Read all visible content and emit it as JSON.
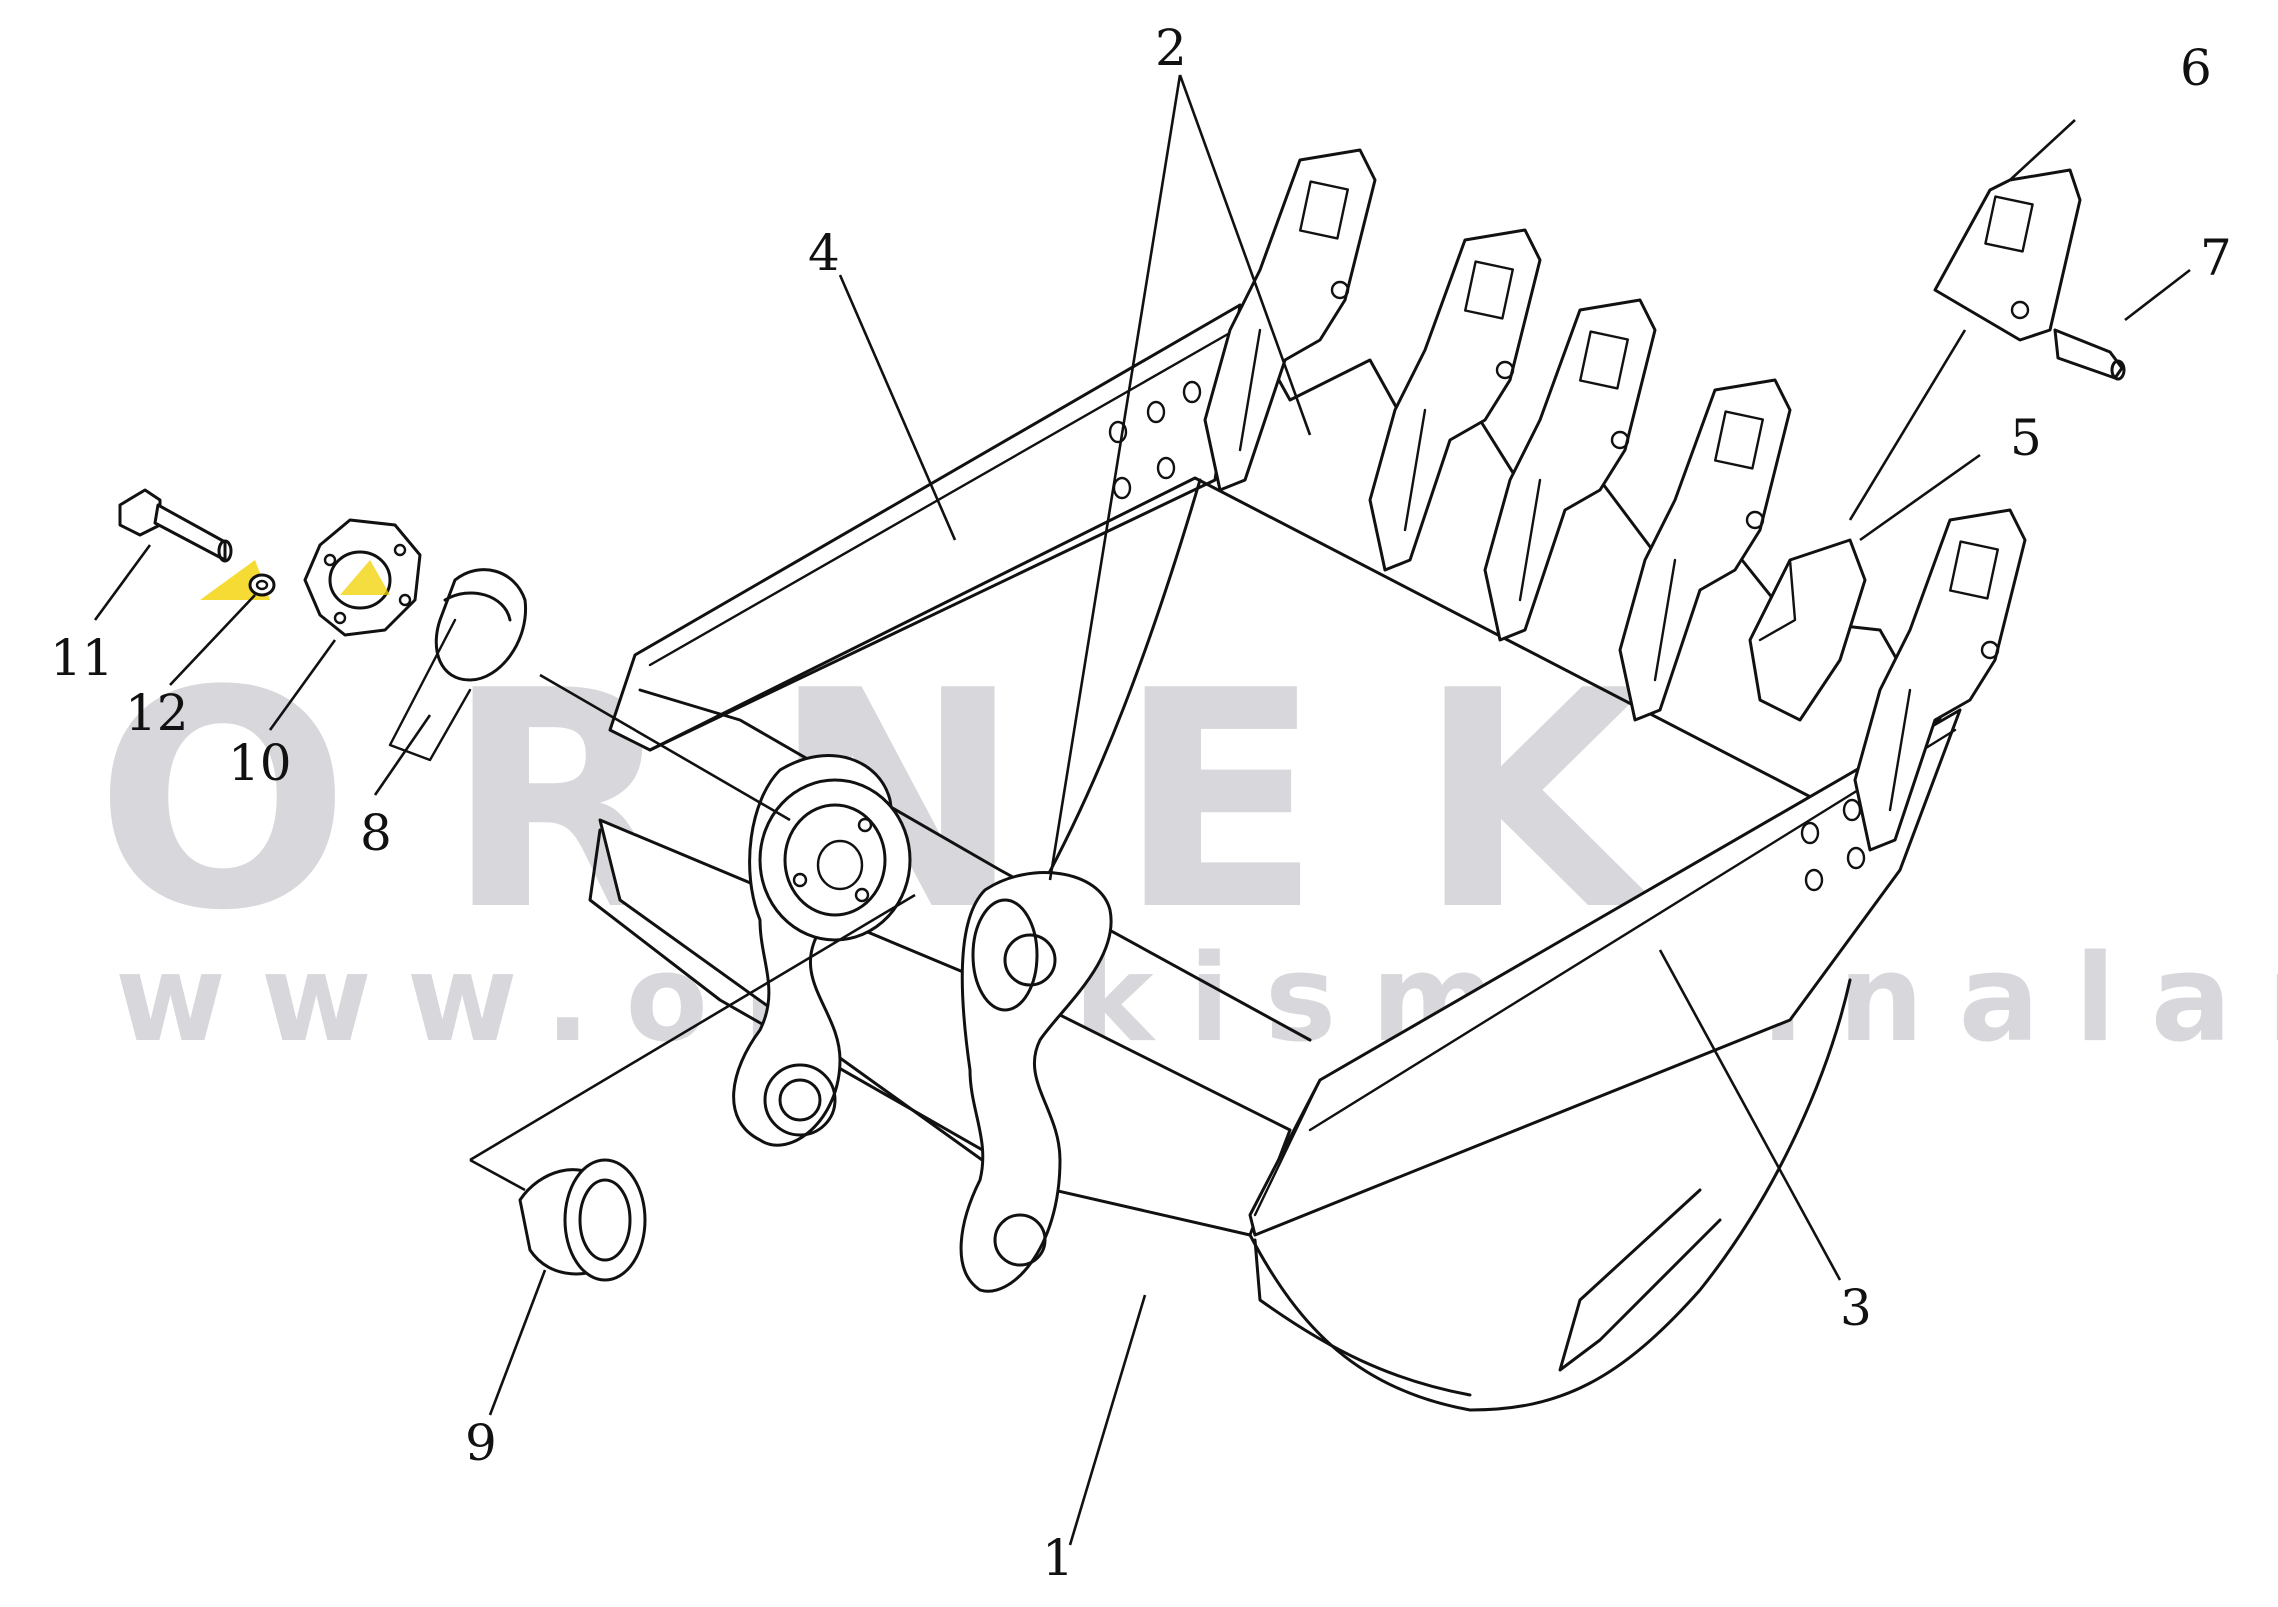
{
  "watermark": {
    "brand": "ORNEK",
    "url": "www.ornekismakinalari.com.tr",
    "color": "#d8d8dc"
  },
  "callouts": {
    "c1": "1",
    "c2": "2",
    "c3": "3",
    "c4": "4",
    "c5": "5",
    "c6": "6",
    "c7": "7",
    "c8": "8",
    "c9": "9",
    "c10": "10",
    "c11": "11",
    "c12": "12"
  },
  "colors": {
    "line": "#111111",
    "background": "#ffffff",
    "highlight": "#f2d200"
  }
}
